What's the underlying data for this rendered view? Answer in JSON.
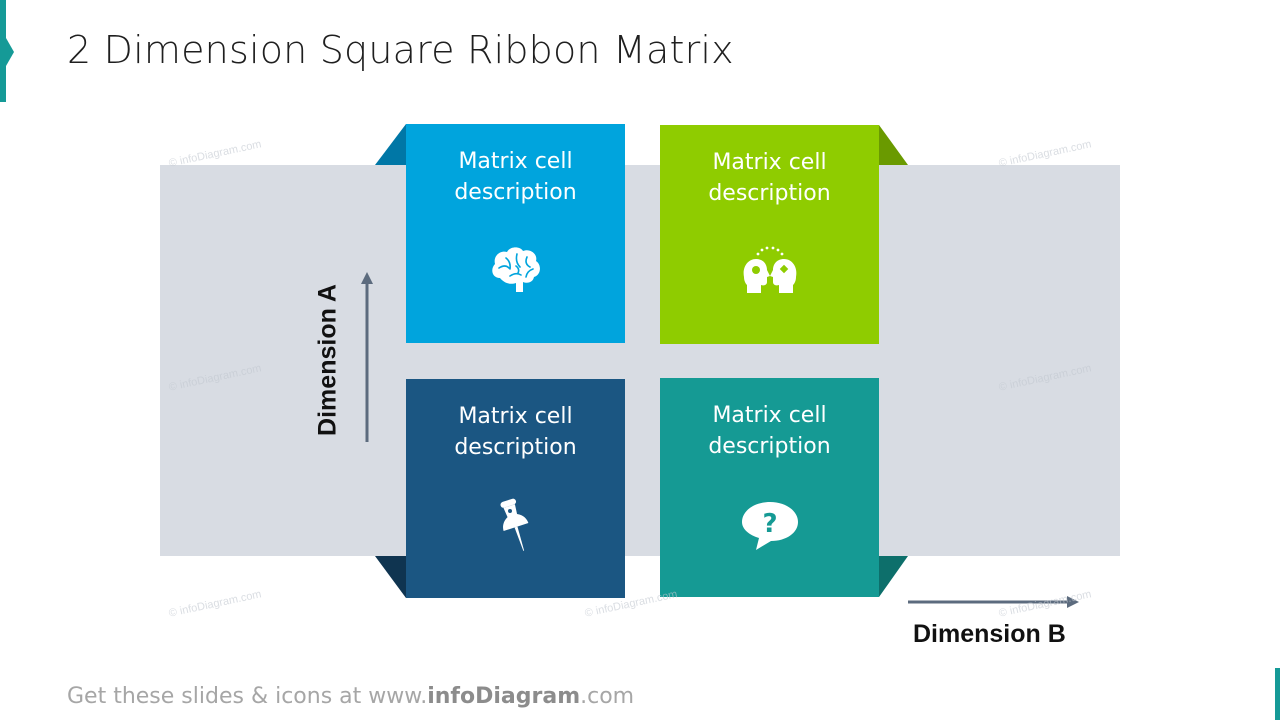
{
  "title": "2 Dimension Square Ribbon Matrix",
  "colors": {
    "accent": "#159a97",
    "ribbon": "#d8dce3",
    "cell_top_left": "#00a4dd",
    "cell_top_right": "#8fcc00",
    "cell_bottom_left": "#1b5682",
    "cell_bottom_right": "#159a94",
    "arrow": "#5c6b7e"
  },
  "matrix": {
    "cells": [
      {
        "position": "top-left",
        "text": "Matrix cell description",
        "icon": "brain-icon"
      },
      {
        "position": "top-right",
        "text": "Matrix cell description",
        "icon": "two-heads-idea-icon"
      },
      {
        "position": "bottom-left",
        "text": "Matrix cell description",
        "icon": "pushpin-icon"
      },
      {
        "position": "bottom-right",
        "text": "Matrix cell description",
        "icon": "question-bubble-icon"
      }
    ]
  },
  "axes": {
    "dimension_a": "Dimension A",
    "dimension_b": "Dimension B"
  },
  "watermark": "© infoDiagram.com",
  "footer": {
    "prefix": "Get these slides & icons at www.",
    "brand": "infoDiagram",
    "suffix": ".com"
  }
}
